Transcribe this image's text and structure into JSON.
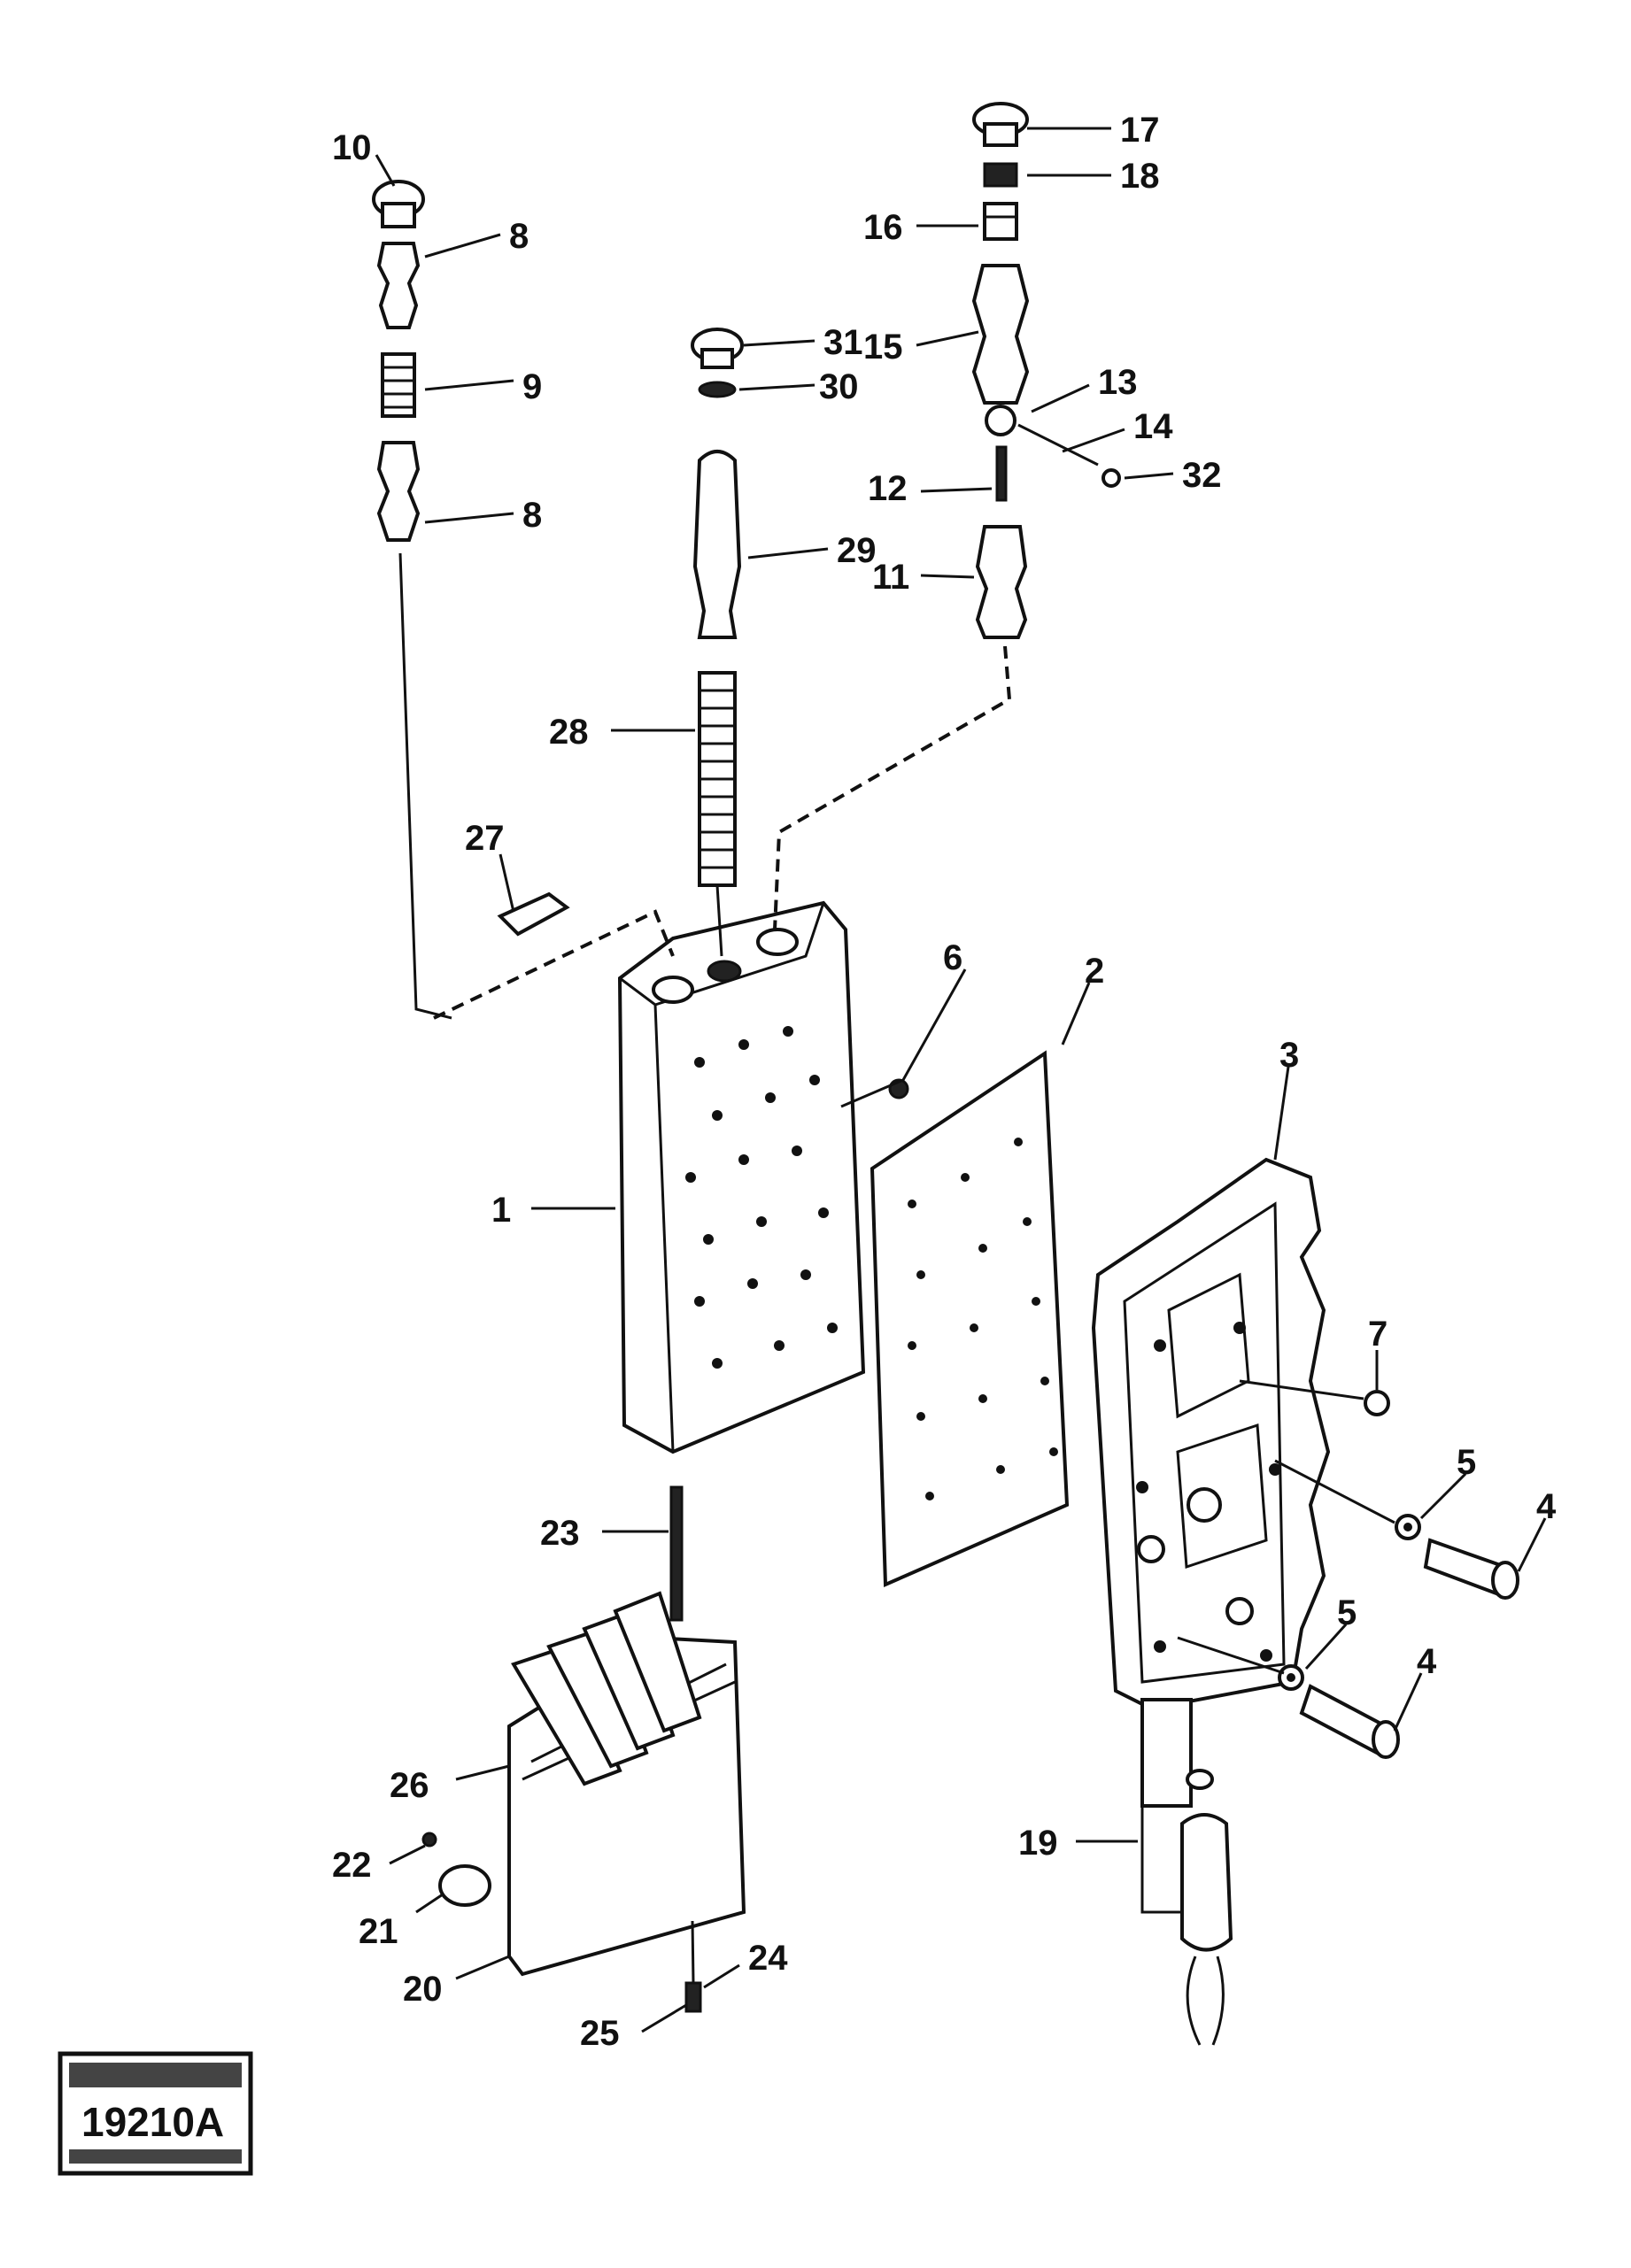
{
  "drawing": {
    "callouts": {
      "c1": "1",
      "c2": "2",
      "c3": "3",
      "c4a": "4",
      "c4b": "4",
      "c5a": "5",
      "c5b": "5",
      "c6": "6",
      "c7": "7",
      "c8a": "8",
      "c8b": "8",
      "c9": "9",
      "c10": "10",
      "c11": "11",
      "c12": "12",
      "c13": "13",
      "c14": "14",
      "c15": "15",
      "c16": "16",
      "c17": "17",
      "c18": "18",
      "c19": "19",
      "c20": "20",
      "c21": "21",
      "c22": "22",
      "c23": "23",
      "c24": "24",
      "c25": "25",
      "c26": "26",
      "c27": "27",
      "c28": "28",
      "c29": "29",
      "c30": "30",
      "c31": "31",
      "c32": "32"
    },
    "stamp": {
      "code": "19210A"
    },
    "colors": {
      "ink": "#111111",
      "paper": "#ffffff"
    }
  }
}
